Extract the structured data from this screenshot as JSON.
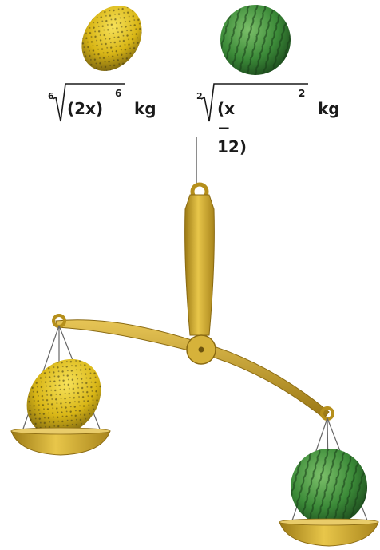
{
  "labels": {
    "left": {
      "index": "6",
      "base": "(2x)",
      "exponent": "6",
      "unit": "kg"
    },
    "right": {
      "index": "2",
      "base": "(x − 12)",
      "exponent": "2",
      "unit": "kg"
    }
  },
  "colors": {
    "brass": "#c9a227",
    "brass_dark": "#8a6a12",
    "melon_yellow": "#e6c21a",
    "melon_dark": "#6b5a10",
    "watermelon_green": "#3f8a3a",
    "watermelon_dark": "#1f4d20",
    "string": "#666666"
  }
}
